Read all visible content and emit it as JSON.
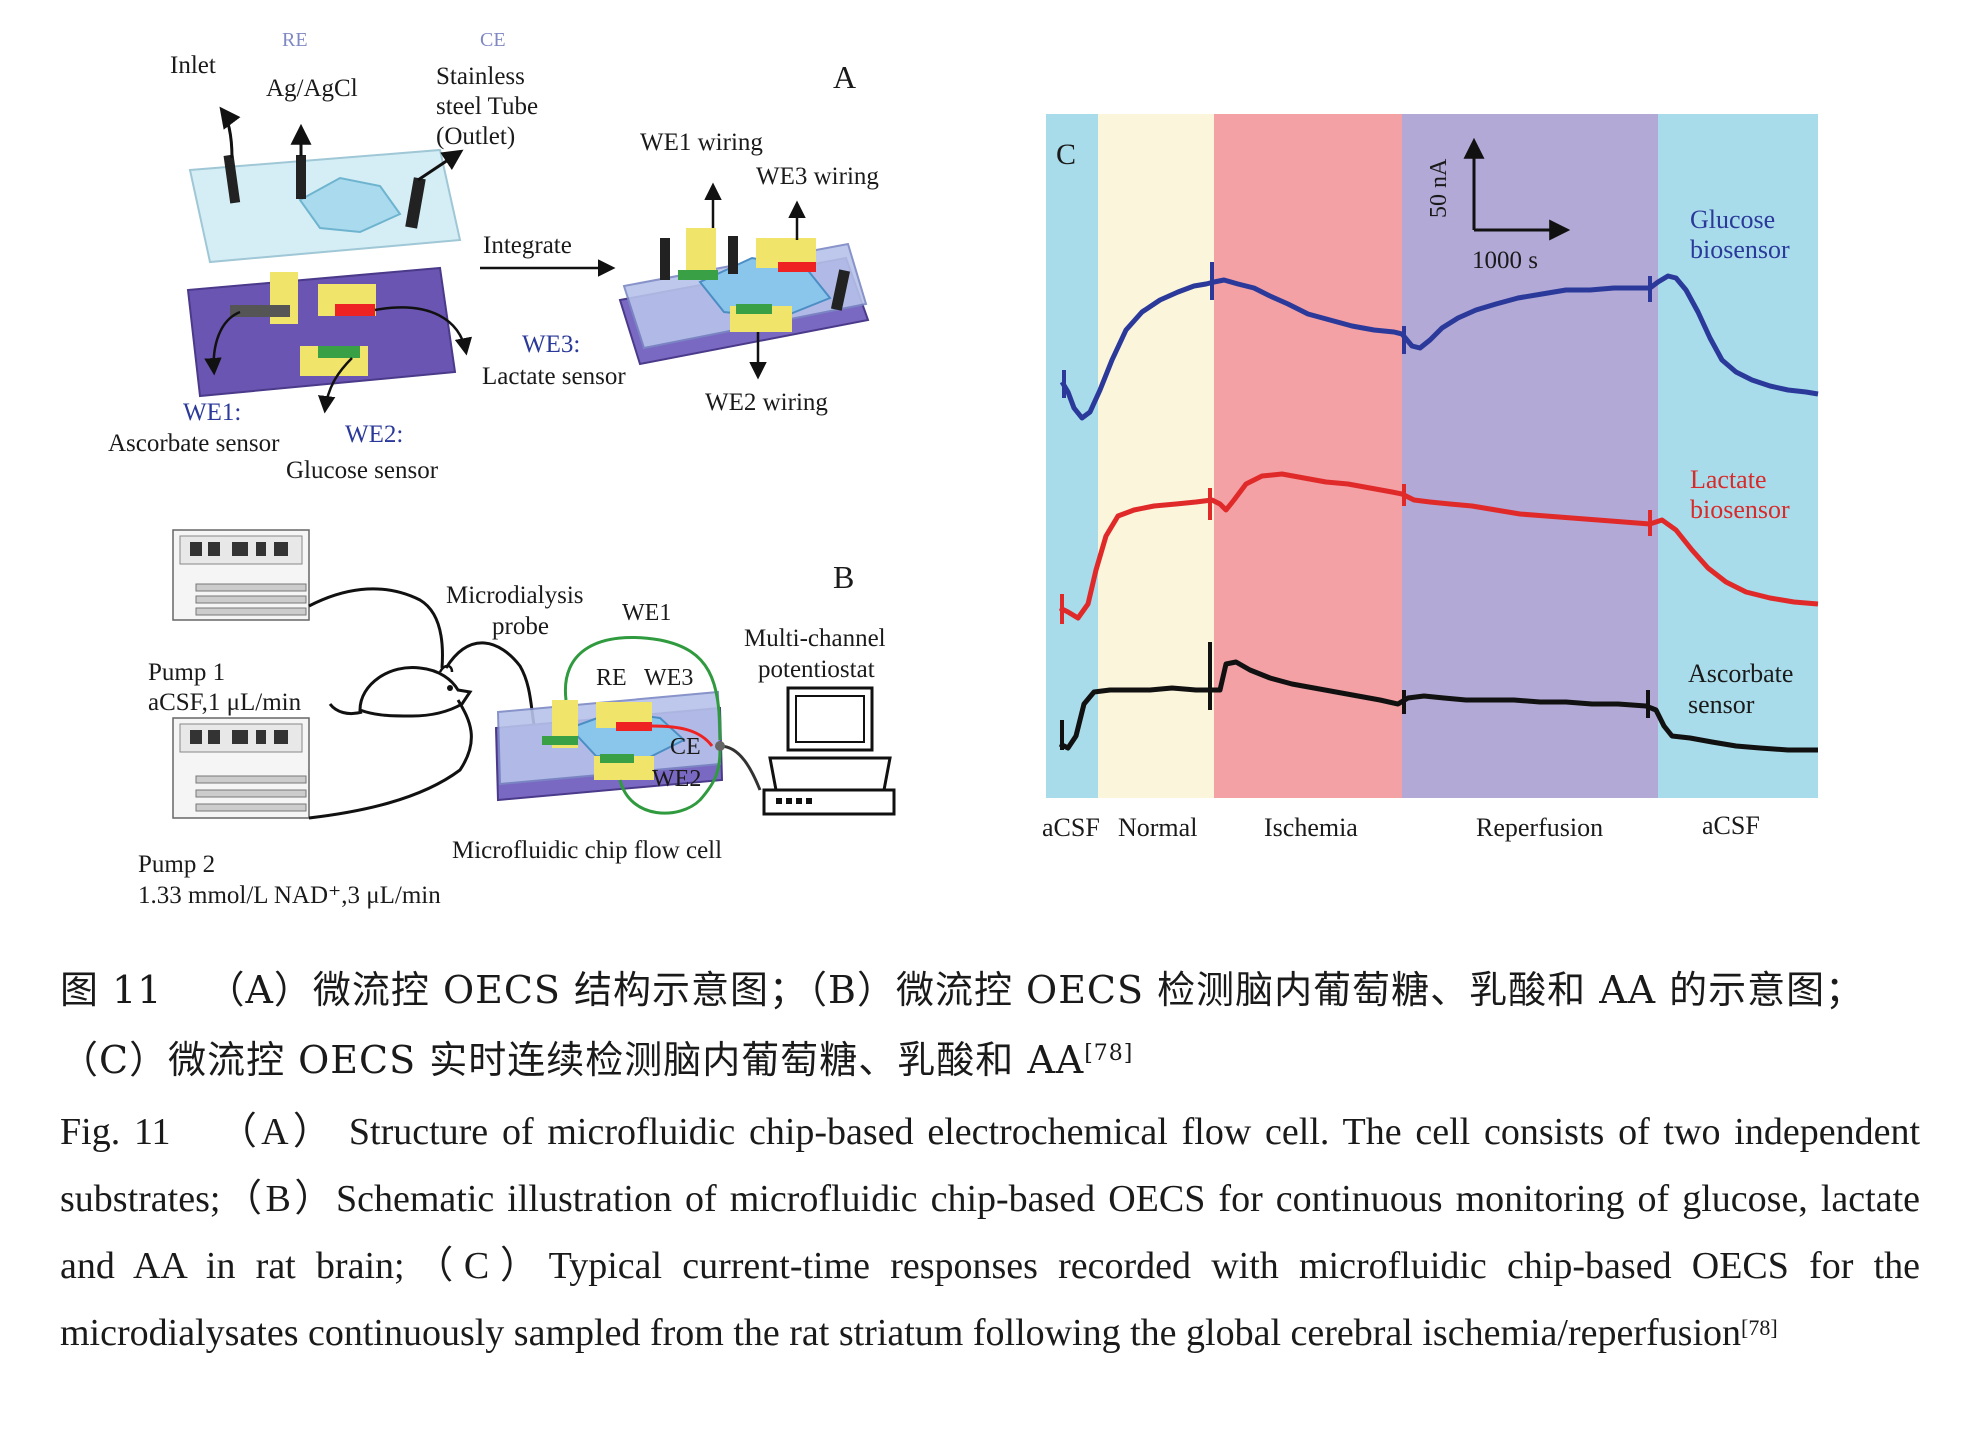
{
  "panel_a": {
    "letter": "A",
    "inlet": "Inlet",
    "ag_agcl": "Ag/AgCl",
    "tube_1": "Stainless",
    "tube_2": "steel Tube",
    "tube_3": "(Outlet)",
    "re_top": "RE",
    "ce_top": "CE",
    "integrate": "Integrate",
    "we1_wiring": "WE1 wiring",
    "we3_wiring": "WE3 wiring",
    "we2_wiring": "WE2 wiring",
    "we3_label": "WE3:",
    "we3_desc": "Lactate sensor",
    "we1_label": "WE1:",
    "we1_desc": "Ascorbate sensor",
    "we2_label": "WE2:",
    "we2_desc": "Glucose sensor"
  },
  "panel_b": {
    "letter": "B",
    "probe_1": "Microdialysis",
    "probe_2": "probe",
    "we1": "WE1",
    "re": "RE",
    "we3": "WE3",
    "ce": "CE",
    "we2": "WE2",
    "potentiostat_1": "Multi-channel",
    "potentiostat_2": "potentiostat",
    "pump1_name": "Pump 1",
    "pump1_rate": "aCSF,1 μL/min",
    "pump2_name": "Pump 2",
    "pump2_rate": "1.33 mmol/L NAD⁺,3 μL/min",
    "chip": "Microfluidic chip flow cell"
  },
  "panel_c": {
    "letter": "C",
    "scale_y": "50 nA",
    "scale_x": "1000 s",
    "glucose_1": "Glucose",
    "glucose_2": "biosensor",
    "lactate_1": "Lactate",
    "lactate_2": "biosensor",
    "ascorbate_1": "Ascorbate",
    "ascorbate_2": "sensor",
    "phases": [
      "aCSF",
      "Normal",
      "Ischemia",
      "Reperfusion",
      "aCSF"
    ],
    "colors": {
      "acsf": "#a8dcea",
      "normal": "#fbf5dc",
      "ischemia": "#f3a1a5",
      "reperfusion": "#b2a9d6",
      "glucose": "#2b3a9a",
      "lactate": "#e02a2a",
      "ascorbate": "#111111"
    }
  },
  "caption": {
    "cn_label": "图 11",
    "cn_text": "（A）微流控 OECS 结构示意图；（B）微流控 OECS 检测脑内葡萄糖、乳酸和 AA 的示意图；（C）微流控 OECS 实时连续检测脑内葡萄糖、乳酸和 AA",
    "cn_ref": "[78]",
    "en_label": "Fig. 11",
    "en_text": "（A） Structure of microfluidic chip-based electrochemical flow cell. The cell consists of two independent substrates;（B）Schematic illustration of microfluidic chip-based OECS for continuous monitoring of glucose, lactate and AA in rat brain;（C）Typical current-time responses recorded with microfluidic chip-based OECS for the microdialysates continuously sampled from the rat striatum following the global cerebral ischemia/reperfusion",
    "en_ref": "[78]"
  }
}
